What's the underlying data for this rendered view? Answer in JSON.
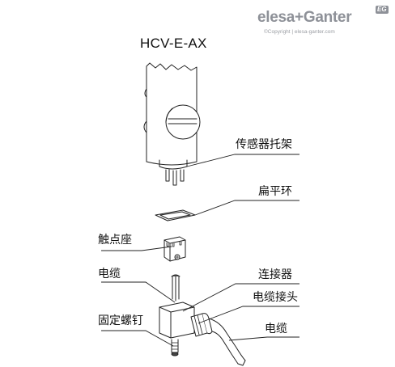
{
  "brand": {
    "name_part1": "elesa",
    "plus": "+",
    "name_part2": "Ganter",
    "badge": "EG",
    "copyright": "©Copyright | elesa-ganter.com"
  },
  "diagram": {
    "title": "HCV-E-AX",
    "labels": {
      "sensor_bracket": "传感器托架",
      "flat_ring": "扁平环",
      "contact_seat": "触点座",
      "cable_left": "电缆",
      "connector": "连接器",
      "cable_joint": "电缆接头",
      "fixing_screw": "固定螺钉",
      "cable_right": "电缆"
    }
  }
}
